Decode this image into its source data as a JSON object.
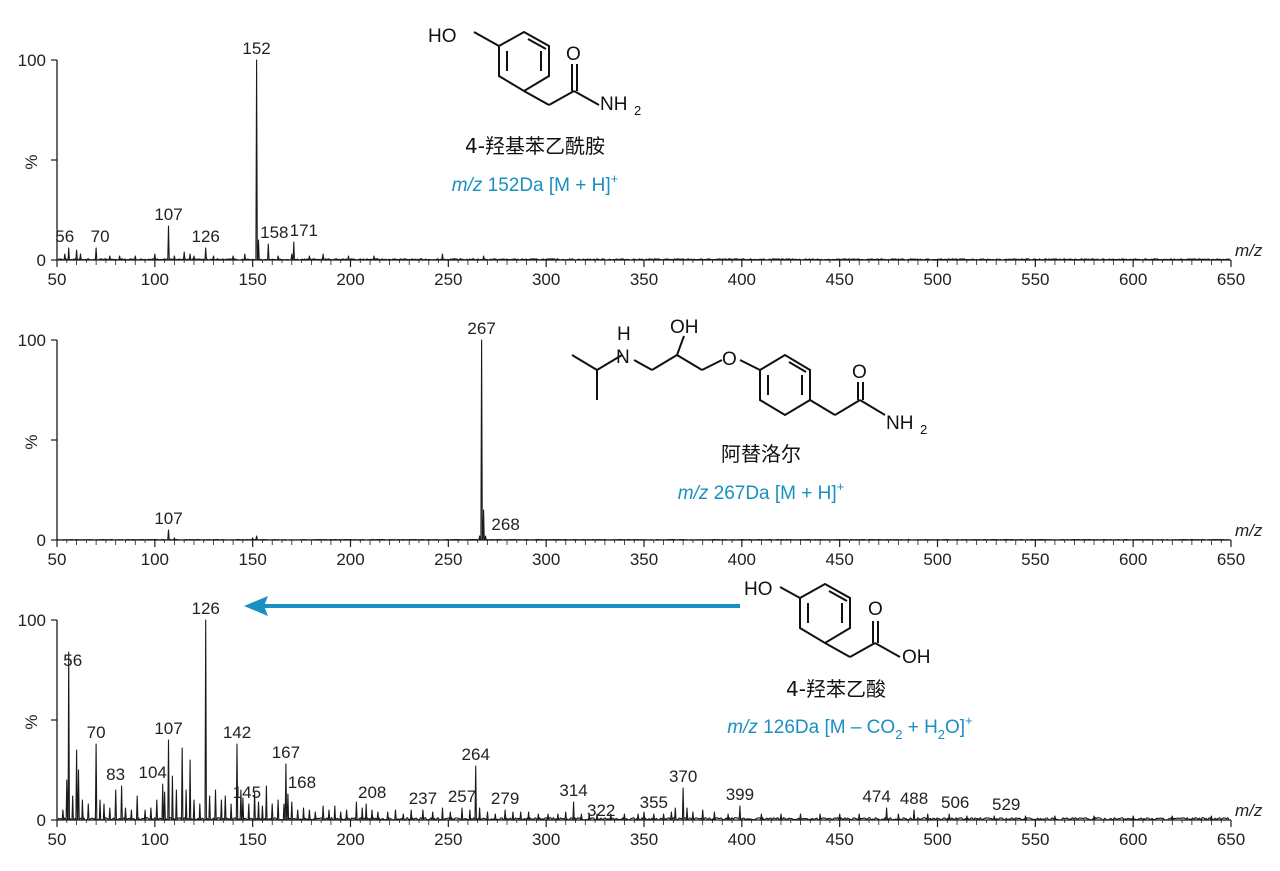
{
  "colors": {
    "spectrum": "#1a1a1a",
    "accent": "#1a8fc1"
  },
  "chart_data": [
    {
      "type": "line",
      "xlabel": "m/z",
      "ylabel": "%",
      "xlim": [
        50,
        650
      ],
      "ylim": [
        0,
        100
      ],
      "x_ticks": [
        "50",
        "100",
        "150",
        "200",
        "250",
        "300",
        "350",
        "400",
        "450",
        "500",
        "550",
        "600",
        "650"
      ],
      "y_ticks": [
        "0",
        "100"
      ],
      "peaks": [
        [
          54,
          3
        ],
        [
          56,
          6
        ],
        [
          60,
          5
        ],
        [
          62,
          3
        ],
        [
          70,
          6
        ],
        [
          77,
          2
        ],
        [
          82,
          2
        ],
        [
          90,
          2
        ],
        [
          100,
          3
        ],
        [
          107,
          17
        ],
        [
          110,
          2
        ],
        [
          115,
          4
        ],
        [
          118,
          3
        ],
        [
          120,
          2
        ],
        [
          126,
          6
        ],
        [
          130,
          2
        ],
        [
          140,
          2
        ],
        [
          146,
          3
        ],
        [
          152,
          100
        ],
        [
          153,
          10
        ],
        [
          158,
          8
        ],
        [
          163,
          2
        ],
        [
          170,
          3
        ],
        [
          171,
          9
        ],
        [
          179,
          2
        ],
        [
          186,
          3
        ],
        [
          199,
          2
        ],
        [
          212,
          2
        ],
        [
          247,
          3
        ],
        [
          268,
          2
        ]
      ],
      "labels": [
        {
          "x": 56,
          "text": "56"
        },
        {
          "x": 70,
          "text": "70"
        },
        {
          "x": 107,
          "text": "107"
        },
        {
          "x": 126,
          "text": "126"
        },
        {
          "x": 152,
          "text": "152"
        },
        {
          "x": 158,
          "text": "158"
        },
        {
          "x": 171,
          "text": "171"
        }
      ]
    },
    {
      "type": "line",
      "xlabel": "m/z",
      "ylabel": "%",
      "xlim": [
        50,
        650
      ],
      "ylim": [
        0,
        100
      ],
      "x_ticks": [
        "50",
        "100",
        "150",
        "200",
        "250",
        "300",
        "350",
        "400",
        "450",
        "500",
        "550",
        "600",
        "650"
      ],
      "y_ticks": [
        "0",
        "100"
      ],
      "peaks": [
        [
          107,
          5
        ],
        [
          110,
          1
        ],
        [
          150,
          1
        ],
        [
          152,
          2
        ],
        [
          266,
          2
        ],
        [
          267,
          100
        ],
        [
          268,
          15
        ],
        [
          269,
          2
        ]
      ],
      "labels": [
        {
          "x": 107,
          "text": "107"
        },
        {
          "x": 267,
          "text": "267"
        },
        {
          "x": 268,
          "text": "268"
        }
      ]
    },
    {
      "type": "line",
      "xlabel": "m/z",
      "ylabel": "%",
      "xlim": [
        50,
        650
      ],
      "ylim": [
        0,
        100
      ],
      "x_ticks": [
        "50",
        "100",
        "150",
        "200",
        "250",
        "300",
        "350",
        "400",
        "450",
        "500",
        "550",
        "600",
        "650"
      ],
      "y_ticks": [
        "0",
        "100"
      ],
      "peaks": [
        [
          53,
          5
        ],
        [
          55,
          20
        ],
        [
          56,
          84
        ],
        [
          58,
          12
        ],
        [
          60,
          35
        ],
        [
          61,
          25
        ],
        [
          63,
          10
        ],
        [
          66,
          8
        ],
        [
          70,
          38
        ],
        [
          72,
          10
        ],
        [
          74,
          8
        ],
        [
          77,
          6
        ],
        [
          80,
          15
        ],
        [
          83,
          17
        ],
        [
          85,
          6
        ],
        [
          88,
          5
        ],
        [
          91,
          12
        ],
        [
          95,
          5
        ],
        [
          98,
          6
        ],
        [
          101,
          10
        ],
        [
          104,
          18
        ],
        [
          105,
          14
        ],
        [
          107,
          40
        ],
        [
          109,
          22
        ],
        [
          111,
          15
        ],
        [
          114,
          36
        ],
        [
          116,
          15
        ],
        [
          118,
          30
        ],
        [
          120,
          10
        ],
        [
          123,
          8
        ],
        [
          126,
          100
        ],
        [
          128,
          12
        ],
        [
          131,
          15
        ],
        [
          134,
          10
        ],
        [
          136,
          12
        ],
        [
          139,
          8
        ],
        [
          142,
          38
        ],
        [
          144,
          15
        ],
        [
          145,
          11
        ],
        [
          148,
          8
        ],
        [
          151,
          14
        ],
        [
          153,
          9
        ],
        [
          155,
          7
        ],
        [
          157,
          17
        ],
        [
          160,
          8
        ],
        [
          163,
          10
        ],
        [
          166,
          8
        ],
        [
          167,
          28
        ],
        [
          168,
          13
        ],
        [
          170,
          9
        ],
        [
          173,
          5
        ],
        [
          176,
          6
        ],
        [
          179,
          5
        ],
        [
          182,
          4
        ],
        [
          186,
          7
        ],
        [
          189,
          5
        ],
        [
          192,
          7
        ],
        [
          195,
          4
        ],
        [
          198,
          5
        ],
        [
          203,
          9
        ],
        [
          206,
          6
        ],
        [
          208,
          8
        ],
        [
          211,
          5
        ],
        [
          214,
          4
        ],
        [
          219,
          4
        ],
        [
          223,
          5
        ],
        [
          227,
          3
        ],
        [
          231,
          5
        ],
        [
          237,
          5
        ],
        [
          242,
          4
        ],
        [
          247,
          6
        ],
        [
          251,
          4
        ],
        [
          257,
          6
        ],
        [
          261,
          5
        ],
        [
          264,
          27
        ],
        [
          266,
          6
        ],
        [
          270,
          4
        ],
        [
          274,
          3
        ],
        [
          279,
          5
        ],
        [
          283,
          4
        ],
        [
          287,
          4
        ],
        [
          291,
          4
        ],
        [
          296,
          3
        ],
        [
          301,
          3
        ],
        [
          306,
          3
        ],
        [
          310,
          4
        ],
        [
          314,
          9
        ],
        [
          318,
          3
        ],
        [
          322,
          3
        ],
        [
          326,
          3
        ],
        [
          333,
          3
        ],
        [
          340,
          3
        ],
        [
          347,
          3
        ],
        [
          350,
          4
        ],
        [
          355,
          3
        ],
        [
          360,
          3
        ],
        [
          364,
          4
        ],
        [
          366,
          6
        ],
        [
          370,
          16
        ],
        [
          372,
          6
        ],
        [
          375,
          4
        ],
        [
          380,
          5
        ],
        [
          386,
          4
        ],
        [
          393,
          3
        ],
        [
          399,
          7
        ],
        [
          410,
          3
        ],
        [
          420,
          3
        ],
        [
          430,
          3
        ],
        [
          440,
          3
        ],
        [
          450,
          3
        ],
        [
          460,
          3
        ],
        [
          474,
          6
        ],
        [
          480,
          3
        ],
        [
          488,
          5
        ],
        [
          495,
          3
        ],
        [
          506,
          3
        ],
        [
          515,
          2
        ],
        [
          529,
          2
        ],
        [
          545,
          2
        ],
        [
          560,
          2
        ],
        [
          580,
          2
        ],
        [
          600,
          2
        ],
        [
          620,
          2
        ],
        [
          640,
          2
        ]
      ],
      "labels": [
        {
          "x": 56,
          "text": "56"
        },
        {
          "x": 70,
          "text": "70"
        },
        {
          "x": 83,
          "text": "83"
        },
        {
          "x": 104,
          "text": "104"
        },
        {
          "x": 107,
          "text": "107"
        },
        {
          "x": 126,
          "text": "126"
        },
        {
          "x": 142,
          "text": "142"
        },
        {
          "x": 145,
          "text": "145"
        },
        {
          "x": 167,
          "text": "167"
        },
        {
          "x": 168,
          "text": "168"
        },
        {
          "x": 208,
          "text": "208"
        },
        {
          "x": 237,
          "text": "237"
        },
        {
          "x": 257,
          "text": "257"
        },
        {
          "x": 264,
          "text": "264"
        },
        {
          "x": 279,
          "text": "279"
        },
        {
          "x": 314,
          "text": "314"
        },
        {
          "x": 322,
          "text": "322"
        },
        {
          "x": 355,
          "text": "355"
        },
        {
          "x": 370,
          "text": "370"
        },
        {
          "x": 399,
          "text": "399"
        },
        {
          "x": 474,
          "text": "474"
        },
        {
          "x": 488,
          "text": "488"
        },
        {
          "x": 506,
          "text": "506"
        },
        {
          "x": 529,
          "text": "529"
        }
      ]
    }
  ],
  "molecules": [
    {
      "name": "4-羟基苯乙酰胺",
      "mz_prefix": "m/z",
      "mz_value": " 152Da [M + H]",
      "charge": "+",
      "atoms": {
        "ho": "HO",
        "o": "O",
        "nh": "NH",
        "sub2": "2"
      }
    },
    {
      "name": "阿替洛尔",
      "mz_prefix": "m/z",
      "mz_value": " 267Da [M + H]",
      "charge": "+",
      "atoms": {
        "h": "H",
        "n": "N",
        "oh": "OH",
        "o": "O",
        "o2": "O",
        "nh": "NH",
        "sub2": "2"
      }
    },
    {
      "name": "4-羟苯乙酸",
      "mz_prefix": "m/z",
      "mz_value": " 126Da [M – CO",
      "sub_a": "2",
      "mz_mid": " + H",
      "sub_b": "2",
      "mz_end": "O]",
      "charge": "+",
      "atoms": {
        "ho": "HO",
        "o": "O",
        "oh": "OH"
      }
    }
  ]
}
